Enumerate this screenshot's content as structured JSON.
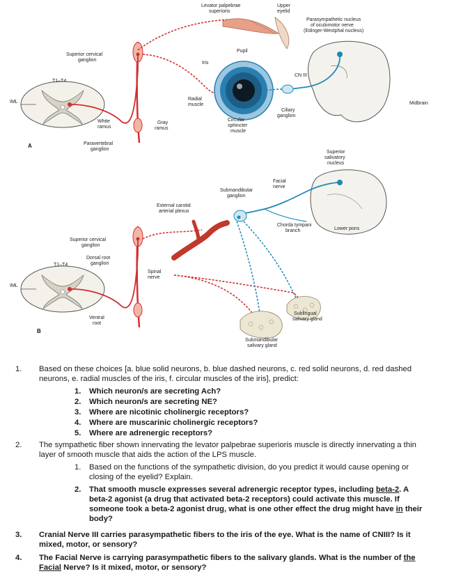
{
  "figure": {
    "labels": {
      "levator": "Levator palpebrae",
      "levator2": "superioris",
      "upper_eyelid": "Upper",
      "upper_eyelid2": "eyelid",
      "parasym1": "Parasympathetic nucleus",
      "parasym2": "of oculomotor nerve",
      "parasym3": "(Edinger-Westphal nucleus)",
      "sup_cerv_a1": "Superior cervical",
      "sup_cerv_a2": "ganglion",
      "pupil": "Pupil",
      "iris": "Iris",
      "cn3": "CN III",
      "t1t4_a": "T1–T4",
      "iml_a": "IML",
      "radial1": "Radial",
      "radial2": "muscle",
      "midbrain": "Midbrain",
      "white1": "White",
      "white2": "ramus",
      "gray1": "Gray",
      "gray2": "ramus",
      "circular1": "Circular",
      "circular2": "sphincter",
      "circular3": "muscle",
      "ciliary1": "Ciliary",
      "ciliary2": "ganglion",
      "letter_a": "A",
      "paraver1": "Paravertebral",
      "paraver2": "ganglion",
      "sup_sal1": "Superior",
      "sup_sal2": "salivatory",
      "sup_sal3": "nucleus",
      "facial1": "Facial",
      "facial2": "nerve",
      "submand_g1": "Submandibular",
      "submand_g2": "ganglion",
      "ext_car1": "External carotid",
      "ext_car2": "arterial plexus",
      "chorda1": "Chorda tympani",
      "chorda2": "branch",
      "lower_pons": "Lower pons",
      "sup_cerv_b1": "Superior cervical",
      "sup_cerv_b2": "ganglion",
      "dorsal1": "Dorsal root",
      "dorsal2": "ganglion",
      "t1t4_b": "T1–T4",
      "spinal1": "Spinal",
      "spinal2": "nerve",
      "iml_b": "IML",
      "ventral1": "Ventral",
      "ventral2": "root",
      "letter_b": "B",
      "sublingual1": "Sublingual",
      "sublingual2": "salivary gland",
      "submand_s1": "Submandibular",
      "submand_s2": "salivary gland"
    },
    "colors": {
      "sympathetic": "#d32f2f",
      "parasympathetic": "#1d8ab5",
      "cord": "#f3f1ea",
      "brain": "#f4f2ec",
      "iris": "#2a7fb0",
      "muscle": "#e6a08a",
      "gland": "#ece7d3",
      "artery": "#c0392b"
    }
  },
  "questions": {
    "q1": {
      "num": "1.",
      "text": "Based on these choices [a. blue solid neurons, b. blue dashed neurons, c. red solid neurons, d. red dashed neurons, e. radial muscles of the iris, f. circular muscles of the iris], predict:",
      "subs": [
        {
          "num": "1.",
          "text": "Which neuron/s are secreting Ach?"
        },
        {
          "num": "2.",
          "text": "Which neuron/s are secreting NE?"
        },
        {
          "num": "3.",
          "text": "Where are nicotinic cholinergic receptors?"
        },
        {
          "num": "4.",
          "text": "Where are muscarinic cholinergic receptors?"
        },
        {
          "num": "5.",
          "text": "Where are adrenergic receptors?"
        }
      ]
    },
    "q2": {
      "num": "2.",
      "text": "The sympathetic fiber shown innervating the levator palpebrae superioris muscle is directly innervating a thin layer of smooth muscle that aids the action of the LPS muscle.",
      "sub1": {
        "num": "1.",
        "text": "Based on the functions of the sympathetic division, do you predict it would cause opening or closing of the eyelid? Explain."
      },
      "sub2": {
        "num": "2.",
        "part1": "That smooth muscle expresses several adrenergic receptor types, including ",
        "part2": "beta-2",
        "part3": ".  A beta-2 agonist (a drug that activated beta-2 receptors) could activate this muscle.  If someone took a beta-2 agonist drug, what is one other effect the drug might have ",
        "part4": "in",
        "part5": " their body?"
      }
    },
    "q3": {
      "num": "3.",
      "text": "Cranial Nerve III carries parasympathetic fibers to the iris of the eye.  What is the name of CNIII?  Is it mixed, motor, or sensory?"
    },
    "q4": {
      "num": "4.",
      "part1": "The Facial Nerve is carrying parasympathetic fibers to the salivary glands.  What is the number of ",
      "part2": "the Facial",
      "part3": " Nerve?  Is it mixed, motor, or sensory?"
    }
  }
}
